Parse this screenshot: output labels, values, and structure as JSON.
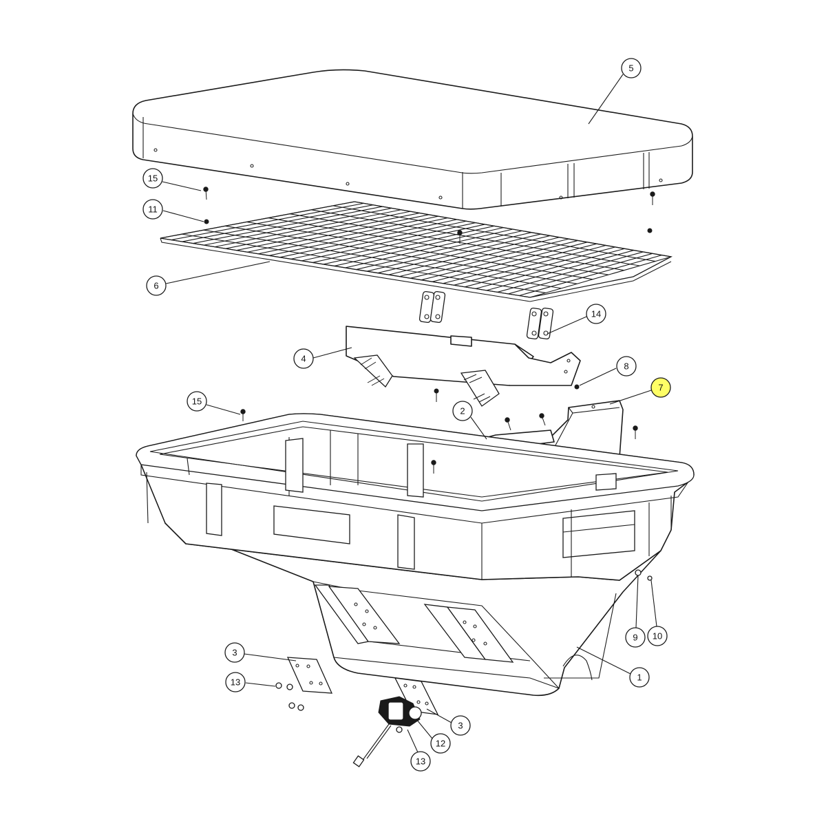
{
  "diagram": {
    "highlight_color": "#ffff66",
    "line_color": "#1a1a1a",
    "highlighted_callout": "7",
    "callouts": [
      {
        "id": "c5",
        "label": "5"
      },
      {
        "id": "c15a",
        "label": "15"
      },
      {
        "id": "c11",
        "label": "11"
      },
      {
        "id": "c6",
        "label": "6"
      },
      {
        "id": "c14",
        "label": "14"
      },
      {
        "id": "c4",
        "label": "4"
      },
      {
        "id": "c8",
        "label": "8"
      },
      {
        "id": "c7",
        "label": "7"
      },
      {
        "id": "c15b",
        "label": "15"
      },
      {
        "id": "c2",
        "label": "2"
      },
      {
        "id": "c9",
        "label": "9"
      },
      {
        "id": "c10",
        "label": "10"
      },
      {
        "id": "c1",
        "label": "1"
      },
      {
        "id": "c3a",
        "label": "3"
      },
      {
        "id": "c13a",
        "label": "13"
      },
      {
        "id": "c3b",
        "label": "3"
      },
      {
        "id": "c12",
        "label": "12"
      },
      {
        "id": "c13b",
        "label": "13"
      }
    ]
  }
}
